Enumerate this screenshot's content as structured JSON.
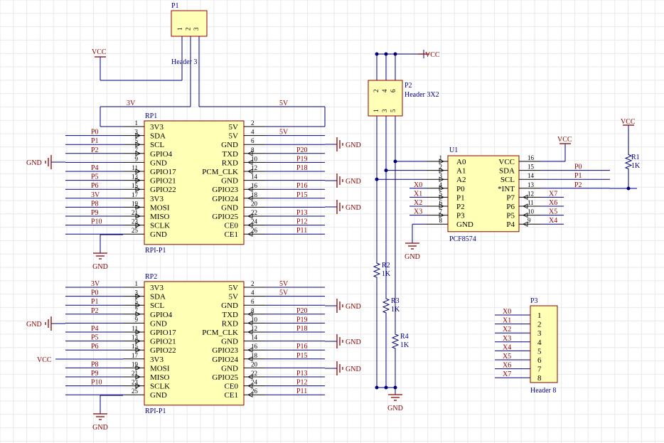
{
  "colors": {
    "grid": "#e9e9e9",
    "wire": "#00007f",
    "body_fill": "#ffffb5",
    "body_stroke": "#8b0000",
    "power": "#8b0000",
    "designator": "#00007f"
  },
  "p1": {
    "designator": "P1",
    "comment": "Header 3",
    "pins": [
      "1",
      "2",
      "3"
    ]
  },
  "p2": {
    "designator": "P2",
    "comment": "Header 3X2",
    "pins_top": [
      "2",
      "4",
      "6"
    ],
    "pins_bot": [
      "1",
      "3",
      "5"
    ]
  },
  "p3": {
    "designator": "P3",
    "comment": "Header 8",
    "pins": [
      "1",
      "2",
      "3",
      "4",
      "5",
      "6",
      "7",
      "8"
    ],
    "nets": [
      "X0",
      "X1",
      "X2",
      "X3",
      "X4",
      "X5",
      "X6",
      "X7"
    ]
  },
  "u1": {
    "designator": "U1",
    "comment": "PCF8574",
    "left_pins": [
      {
        "num": "1",
        "name": "A0",
        "net": ""
      },
      {
        "num": "2",
        "name": "A1",
        "net": ""
      },
      {
        "num": "3",
        "name": "A2",
        "net": ""
      },
      {
        "num": "4",
        "name": "P0",
        "net": "X0"
      },
      {
        "num": "5",
        "name": "P1",
        "net": "X1"
      },
      {
        "num": "6",
        "name": "P2",
        "net": "X2"
      },
      {
        "num": "7",
        "name": "P3",
        "net": "X3"
      },
      {
        "num": "8",
        "name": "GND",
        "net": ""
      }
    ],
    "right_pins": [
      {
        "num": "16",
        "name": "VCC",
        "net": ""
      },
      {
        "num": "15",
        "name": "SDA",
        "net": "P0"
      },
      {
        "num": "14",
        "name": "SCL",
        "net": "P1"
      },
      {
        "num": "13",
        "name": "*INT",
        "net": "P2"
      },
      {
        "num": "12",
        "name": "P7",
        "net": "X7"
      },
      {
        "num": "11",
        "name": "P6",
        "net": "X6"
      },
      {
        "num": "10",
        "name": "P5",
        "net": "X5"
      },
      {
        "num": "9",
        "name": "P4",
        "net": "X4"
      }
    ]
  },
  "rp_left_pins": [
    {
      "num": "1",
      "name": "3V3"
    },
    {
      "num": "3",
      "name": "SDA"
    },
    {
      "num": "5",
      "name": "SCL"
    },
    {
      "num": "7",
      "name": "GPIO4"
    },
    {
      "num": "9",
      "name": "GND"
    },
    {
      "num": "11",
      "name": "GPIO17"
    },
    {
      "num": "13",
      "name": "GPIO21"
    },
    {
      "num": "15",
      "name": "GPIO22"
    },
    {
      "num": "17",
      "name": "3V3"
    },
    {
      "num": "19",
      "name": "MOSI"
    },
    {
      "num": "21",
      "name": "MISO"
    },
    {
      "num": "23",
      "name": "SCLK"
    },
    {
      "num": "25",
      "name": "GND"
    }
  ],
  "rp_right_pins": [
    {
      "num": "2",
      "name": "5V"
    },
    {
      "num": "4",
      "name": "5V"
    },
    {
      "num": "6",
      "name": "GND"
    },
    {
      "num": "8",
      "name": "TXD"
    },
    {
      "num": "10",
      "name": "RXD"
    },
    {
      "num": "12",
      "name": "PCM_CLK"
    },
    {
      "num": "14",
      "name": "GND"
    },
    {
      "num": "16",
      "name": "GPIO23"
    },
    {
      "num": "18",
      "name": "GPIO24"
    },
    {
      "num": "20",
      "name": "GND"
    },
    {
      "num": "22",
      "name": "GPIO25"
    },
    {
      "num": "24",
      "name": "CE0"
    },
    {
      "num": "26",
      "name": "CE1"
    }
  ],
  "rp1": {
    "designator": "RP1",
    "comment": "RPI-P1",
    "left_nets": [
      "",
      "P0",
      "P1",
      "P2",
      "",
      "P4",
      "P5",
      "P6",
      "3V",
      "P8",
      "P9",
      "P10",
      ""
    ],
    "right_nets": [
      "",
      "5V",
      "",
      "P20",
      "P19",
      "P18",
      "",
      "P16",
      "P15",
      "",
      "P13",
      "P12",
      "P11"
    ]
  },
  "rp2": {
    "designator": "RP2",
    "comment": "RPI-P1",
    "left_nets": [
      "3V",
      "P0",
      "P1",
      "P2",
      "",
      "P4",
      "P5",
      "P6",
      "",
      "P8",
      "P9",
      "P10",
      ""
    ],
    "right_nets": [
      "5V",
      "5V",
      "",
      "P20",
      "P19",
      "P18",
      "",
      "P16",
      "P15",
      "",
      "P13",
      "P12",
      "P11"
    ]
  },
  "labels": {
    "vcc": "VCC",
    "gnd": "GND",
    "net_3v": "3V",
    "net_5v": "5V",
    "r1": "R1",
    "r2": "R2",
    "r3": "R3",
    "r4": "R4",
    "r_value": "1K"
  }
}
